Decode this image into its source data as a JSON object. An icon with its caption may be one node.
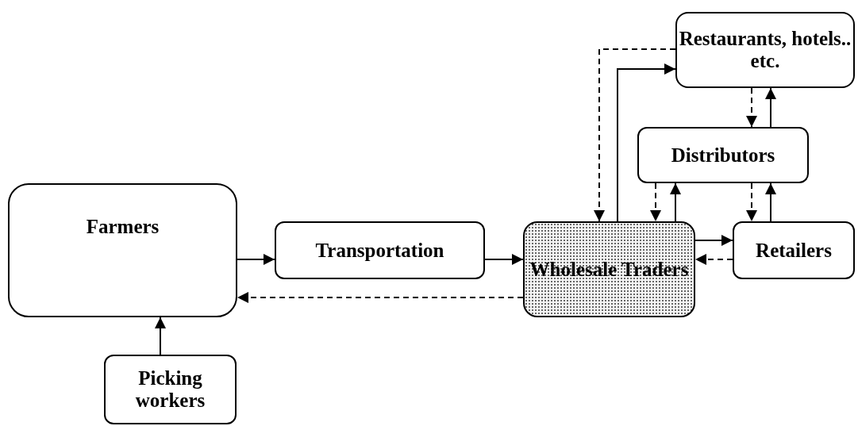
{
  "diagram": {
    "nodes": [
      {
        "text": [
          "Farmers"
        ]
      },
      {
        "text": [
          "Transportation"
        ]
      },
      {
        "text": [
          "Wholesale Traders"
        ]
      },
      {
        "text": [
          "Restaurants, hotels.. etc."
        ]
      },
      {
        "text": [
          "Distributors"
        ]
      },
      {
        "text": [
          "Retailers"
        ]
      },
      {
        "text": [
          "Picking workers"
        ]
      }
    ],
    "edges": [
      {
        "from": 0,
        "to": 1,
        "arrow": "to"
      },
      {
        "from": 1,
        "to": 2,
        "arrow": "to"
      },
      {
        "from": 2,
        "to": 0,
        "arrow": "to",
        "style": "dashed"
      },
      {
        "from": 6,
        "to": 0,
        "arrow": "to"
      },
      {
        "from": 2,
        "to": 3,
        "arrow": "to"
      },
      {
        "from": 3,
        "to": 2,
        "arrow": "to",
        "style": "dashed"
      },
      {
        "from": 2,
        "to": 4,
        "arrow": "to"
      },
      {
        "from": 4,
        "to": 2,
        "arrow": "to",
        "style": "dashed"
      },
      {
        "from": 4,
        "to": 5,
        "arrow": "to",
        "style": "dashed"
      },
      {
        "from": 5,
        "to": 4,
        "arrow": "to"
      },
      {
        "from": 4,
        "to": 3,
        "arrow": "to"
      },
      {
        "from": 3,
        "to": 4,
        "arrow": "to",
        "style": "dashed"
      },
      {
        "from": 2,
        "to": 5,
        "arrow": "to"
      },
      {
        "from": 5,
        "to": 2,
        "arrow": "to",
        "style": "dashed"
      }
    ]
  }
}
